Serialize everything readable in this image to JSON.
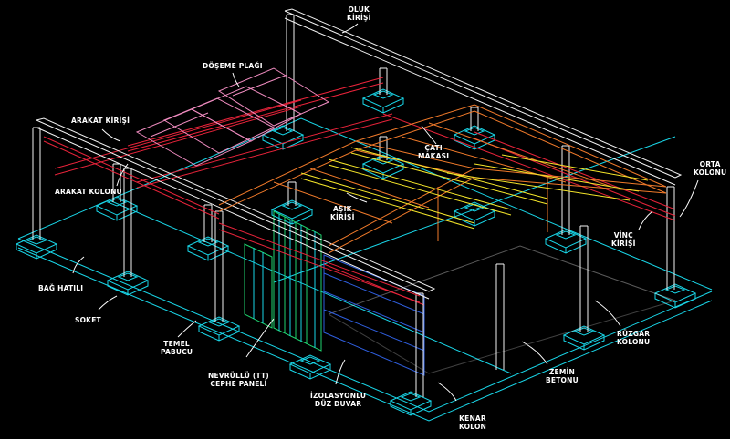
{
  "labels": {
    "oluk": [
      "OLUK",
      "KİRİŞİ"
    ],
    "doseme": [
      "DÖŞEME PLAĞI"
    ],
    "arakat_kiris": [
      "ARAKAT KİRİŞİ"
    ],
    "arakat_kolon": [
      "ARAKAT KOLONU"
    ],
    "cati": [
      "ÇATI",
      "MAKASI"
    ],
    "asik": [
      "AŞIK",
      "KİRİŞİ"
    ],
    "orta": [
      "ORTA",
      "KOLONU"
    ],
    "vinc": [
      "VİNÇ",
      "KİRİŞİ"
    ],
    "bag": [
      "BAĞ HATILI"
    ],
    "soket": [
      "SOKET"
    ],
    "temel": [
      "TEMEL",
      "PABUCU"
    ],
    "nevrullu": [
      "NEVRÜLLÜ (TT)",
      "CEPHE PANELİ"
    ],
    "izolasyon": [
      "İZOLASYONLU",
      "DÜZ DUVAR"
    ],
    "kenar": [
      "KENAR",
      "KOLON"
    ],
    "zemin": [
      "ZEMİN",
      "BETONU"
    ],
    "ruzgar": [
      "RÜZGAR",
      "KOLONU"
    ]
  },
  "colors": {
    "background": "#000000",
    "foundation": "#19d6e8",
    "columns": "#f2f2f2",
    "beams": "#e8233a",
    "truss": "#f07a2a",
    "purlin": "#f5e62a",
    "slab": "#f08cc0",
    "wall": "#2f5fe0",
    "panel": "#1fd46f"
  }
}
